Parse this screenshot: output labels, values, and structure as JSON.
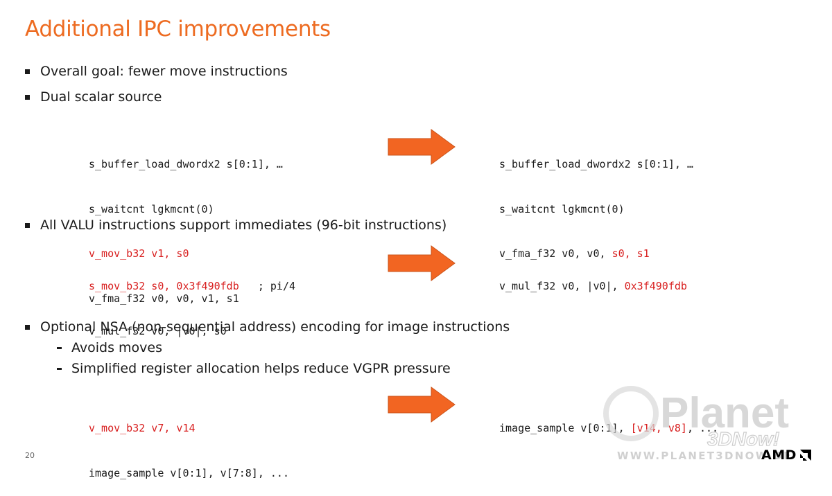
{
  "title": "Additional IPC improvements",
  "bullets": {
    "b1": "Overall goal: fewer move instructions",
    "b2": "Dual scalar source",
    "b3": "All VALU instructions support immediates (96-bit instructions)",
    "b4": "Optional NSA (non-sequential address) encoding for image instructions",
    "b4_sub1": "Avoids moves",
    "b4_sub2": "Simplified register allocation helps reduce VGPR pressure"
  },
  "code": {
    "ex1_before": {
      "l1": "s_buffer_load_dwordx2 s[0:1], …",
      "l2": "s_waitcnt lgkmcnt(0)",
      "l3": "v_mov_b32 v1, s0",
      "l4": "v_fma_f32 v0, v0, v1, s1"
    },
    "ex1_after": {
      "l1": "s_buffer_load_dwordx2 s[0:1], …",
      "l2": "s_waitcnt lgkmcnt(0)",
      "l3_prefix": "v_fma_f32 v0, v0, ",
      "l3_red": "s0, s1"
    },
    "ex2_before": {
      "l1_red": "s_mov_b32 s0, 0x3f490fdb",
      "l1_comment": "   ; pi/4",
      "l2": "v_mul_f32 v0, |v0|, s0"
    },
    "ex2_after": {
      "l1_prefix": "v_mul_f32 v0, |v0|, ",
      "l1_red": "0x3f490fdb"
    },
    "ex3_before": {
      "l1": "v_mov_b32 v7, v14",
      "l2": "image_sample v[0:1], v[7:8], ..."
    },
    "ex3_after": {
      "l1_prefix": "image_sample v[0:1], ",
      "l1_red": "[v14, v8]",
      "l1_suffix": ", ..."
    }
  },
  "page_number": "20",
  "watermark": {
    "line1": "Planet",
    "line2": "3DNow!",
    "url": "WWW.PLANET3DNOW.DE"
  },
  "logo": "AMD",
  "colors": {
    "accent": "#ed6b21",
    "arrow": "#f26522",
    "code_highlight": "#d81e1e",
    "text": "#1a1a1a"
  },
  "icons": {
    "arrow": "right-arrow-icon",
    "amd": "amd-arrow-icon"
  }
}
